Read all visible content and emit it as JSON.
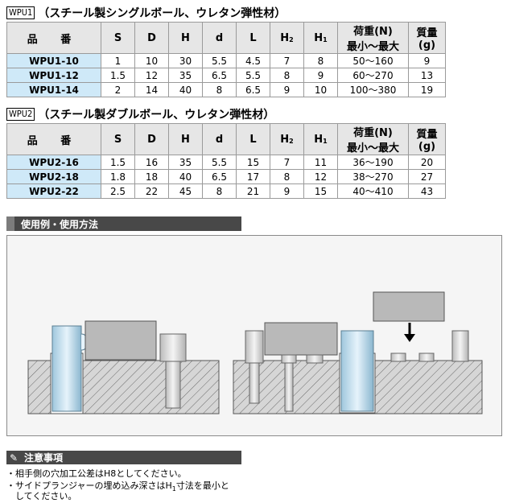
{
  "table1": {
    "code": "WPU1",
    "title": "（スチール製シングルボール、ウレタン弾性材）",
    "headers": {
      "model": "品 番",
      "s": "S",
      "d_cap": "D",
      "h": "H",
      "d": "d",
      "l": "L",
      "h2": "H",
      "h2_sub": "2",
      "h1": "H",
      "h1_sub": "1",
      "load1": "荷重(N)",
      "load2": "最小～最大",
      "mass1": "質量",
      "mass2": "(g)"
    },
    "rows": [
      [
        "WPU1-10",
        "1",
        "10",
        "30",
        "5.5",
        "4.5",
        "7",
        "8",
        "50～160",
        "9"
      ],
      [
        "WPU1-12",
        "1.5",
        "12",
        "35",
        "6.5",
        "5.5",
        "8",
        "9",
        "60～270",
        "13"
      ],
      [
        "WPU1-14",
        "2",
        "14",
        "40",
        "8",
        "6.5",
        "9",
        "10",
        "100～380",
        "19"
      ]
    ]
  },
  "table2": {
    "code": "WPU2",
    "title": "（スチール製ダブルボール、ウレタン弾性材）",
    "headers": {
      "model": "品 番",
      "s": "S",
      "d_cap": "D",
      "h": "H",
      "d": "d",
      "l": "L",
      "h2": "H",
      "h2_sub": "2",
      "h1": "H",
      "h1_sub": "1",
      "load1": "荷重(N)",
      "load2": "最小～最大",
      "mass1": "質量",
      "mass2": "(g)"
    },
    "rows": [
      [
        "WPU2-16",
        "1.5",
        "16",
        "35",
        "5.5",
        "15",
        "7",
        "11",
        "36～190",
        "20"
      ],
      [
        "WPU2-18",
        "1.8",
        "18",
        "40",
        "6.5",
        "17",
        "8",
        "12",
        "38～270",
        "27"
      ],
      [
        "WPU2-22",
        "2.5",
        "22",
        "45",
        "8",
        "21",
        "9",
        "15",
        "40～410",
        "43"
      ]
    ]
  },
  "usage": {
    "title": "使用例・使用方法"
  },
  "caution": {
    "title": "注意事項",
    "notes": [
      "・相手側の穴加工公差はH8としてください。",
      "・サイドプランジャーの埋め込み深さはH",
      "1",
      "寸法を最小と",
      "　してください。"
    ]
  },
  "colors": {
    "header_bg": "#e6e6e6",
    "model_bg": "#cfe9f8",
    "bar_bg": "#484848"
  }
}
